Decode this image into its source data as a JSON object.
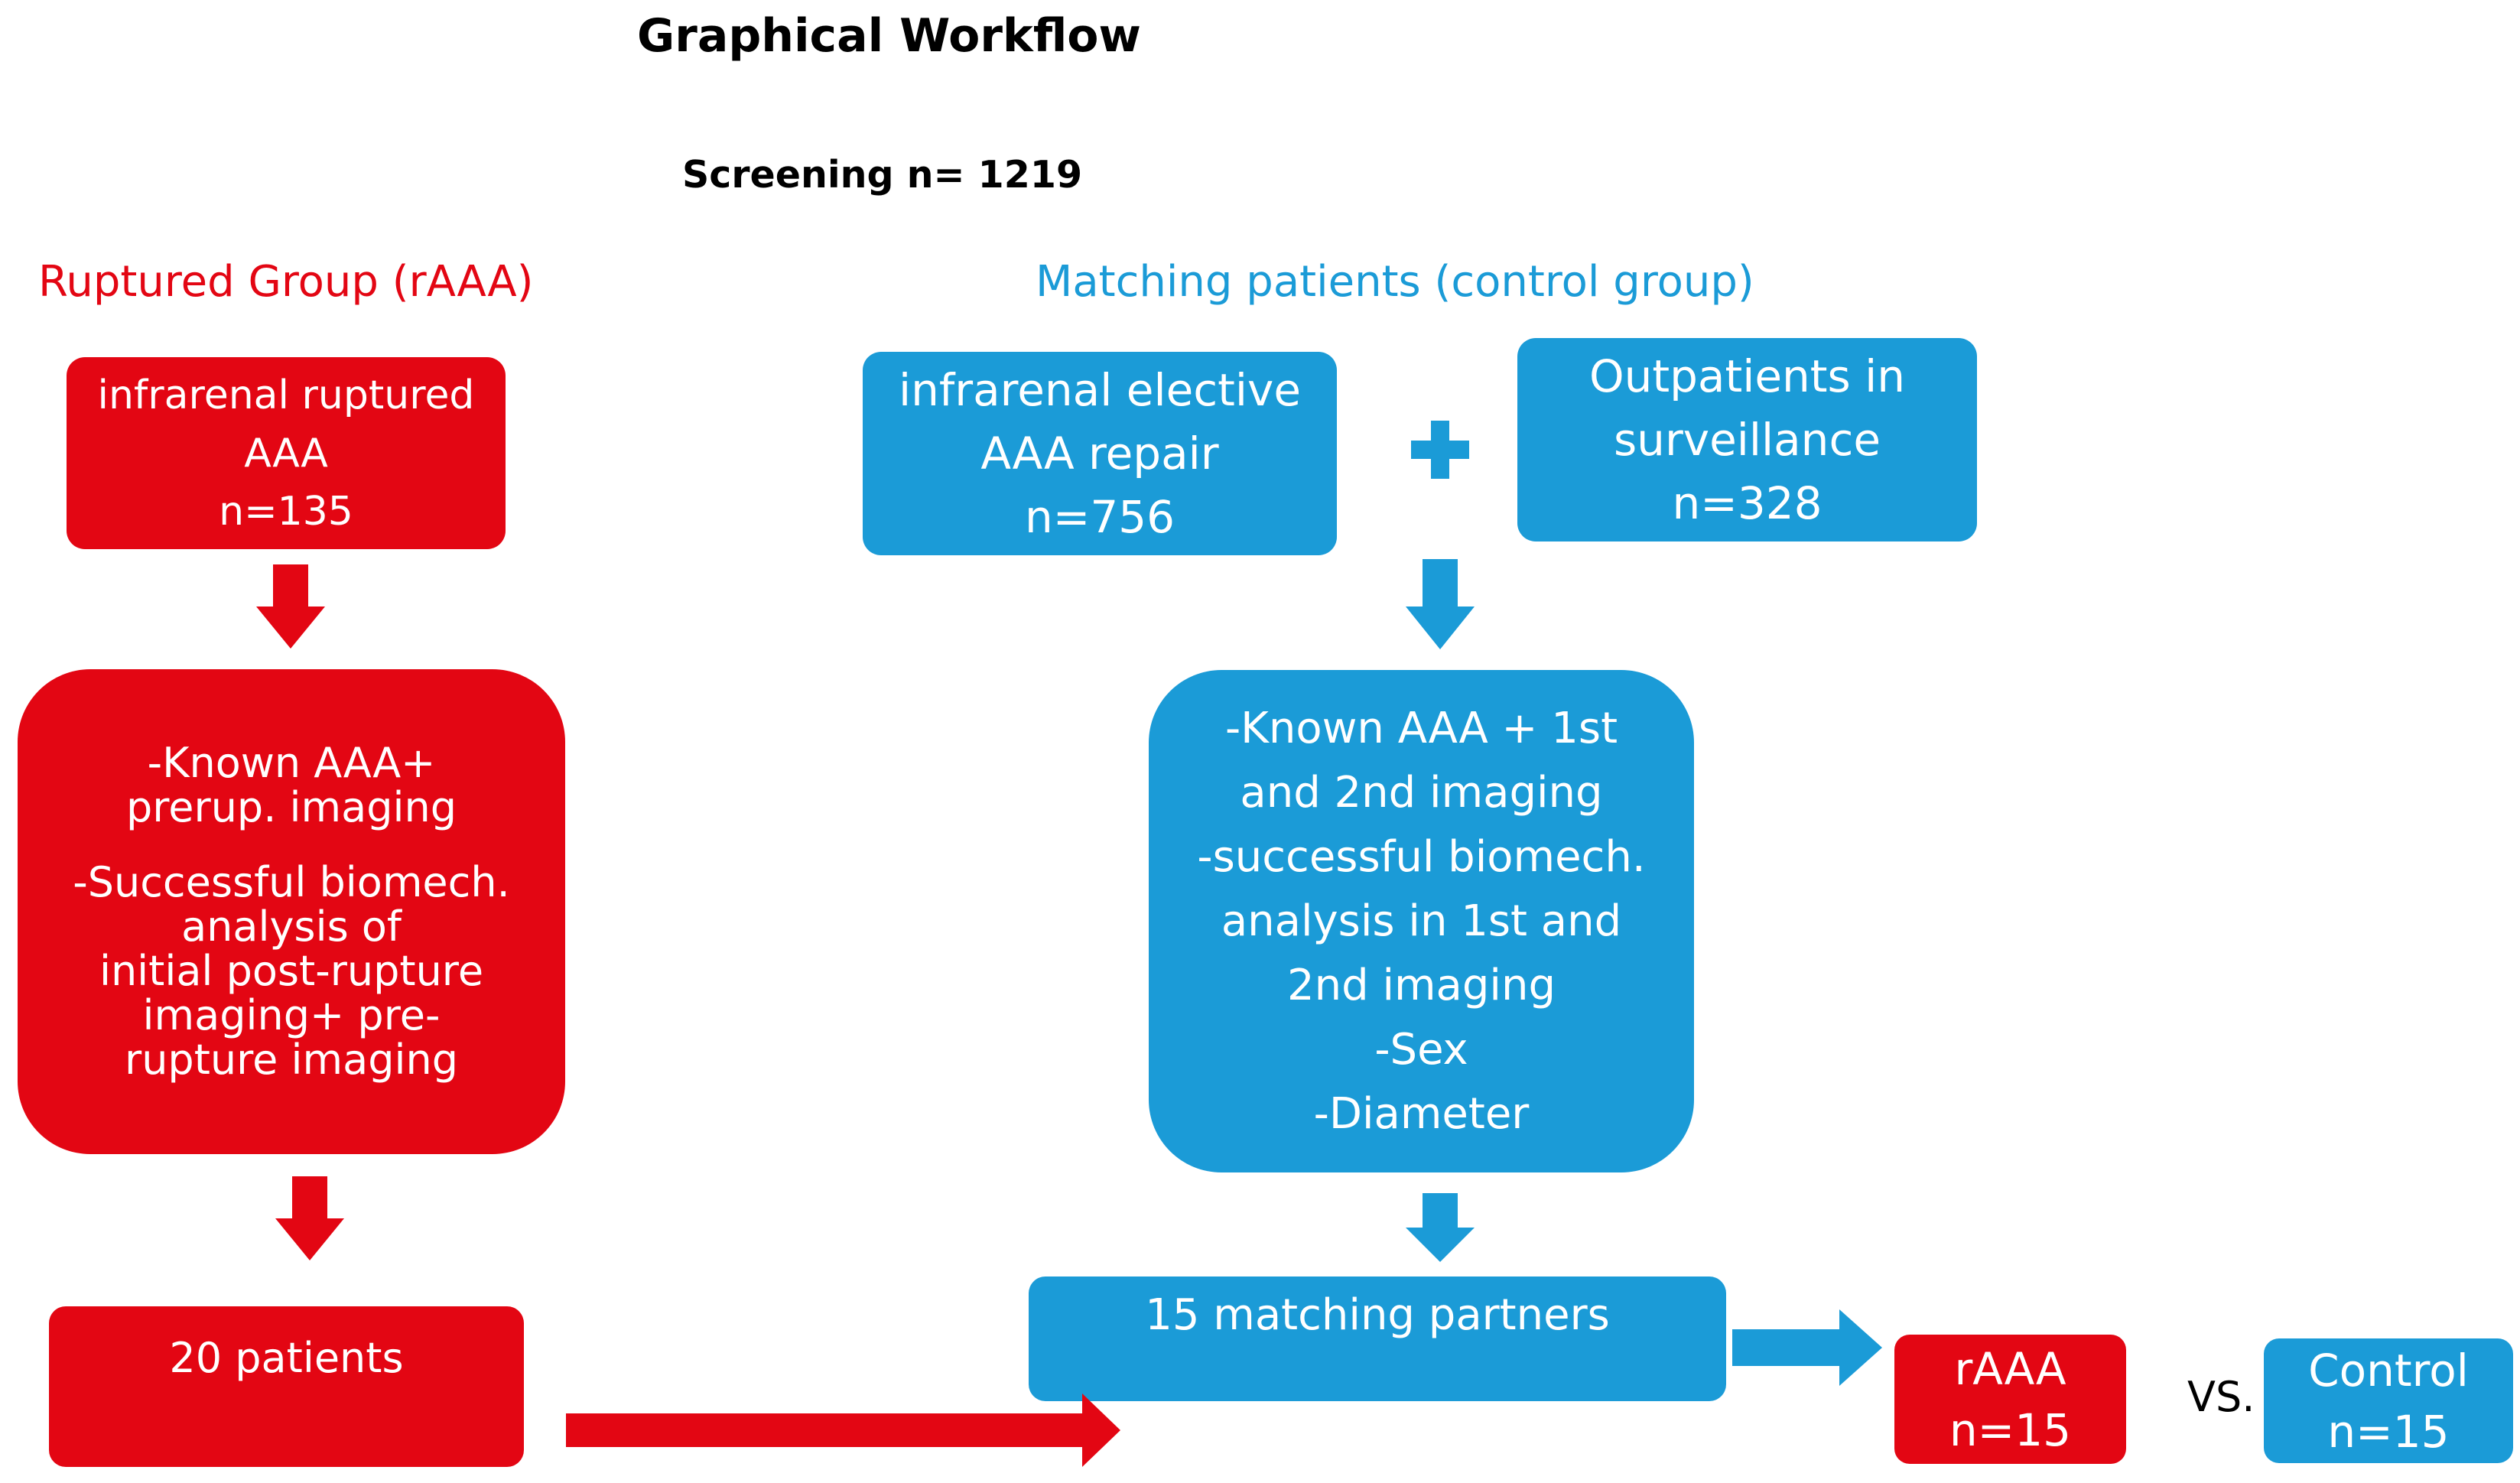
{
  "title": "Graphical Workflow",
  "screening": "Screening n= 1219",
  "headings": {
    "ruptured": "Ruptured Group (rAAA)",
    "matching": "Matching patients (control group)"
  },
  "colors": {
    "red": "#e30613",
    "blue": "#1b9bd7",
    "text": "#000000"
  },
  "ruptured_group": {
    "box1": [
      "infrarenal ruptured",
      "AAA",
      "n=135"
    ],
    "box2": [
      "-Known AAA+",
      "prerup. imaging",
      "-Successful biomech.",
      "analysis of",
      "initial post-rupture",
      "imaging+ pre-",
      "rupture imaging"
    ],
    "box3": [
      "20 patients"
    ]
  },
  "control_group": {
    "elective": [
      "infrarenal elective",
      "AAA repair",
      "n=756"
    ],
    "outpatients": [
      "Outpatients in",
      "surveillance",
      "n=328"
    ],
    "criteria": [
      "-Known AAA + 1st",
      "and 2nd imaging",
      "-successful biomech.",
      "analysis in 1st and",
      "2nd imaging",
      "-Sex",
      "-Diameter"
    ],
    "partners": [
      "15 matching partners"
    ]
  },
  "result": {
    "raaa": [
      "rAAA",
      "n=15"
    ],
    "vs": "VS.",
    "control": [
      "Control",
      "n=15"
    ]
  },
  "icons": {
    "plus": "plus-icon",
    "arrow": "arrow-icon"
  }
}
